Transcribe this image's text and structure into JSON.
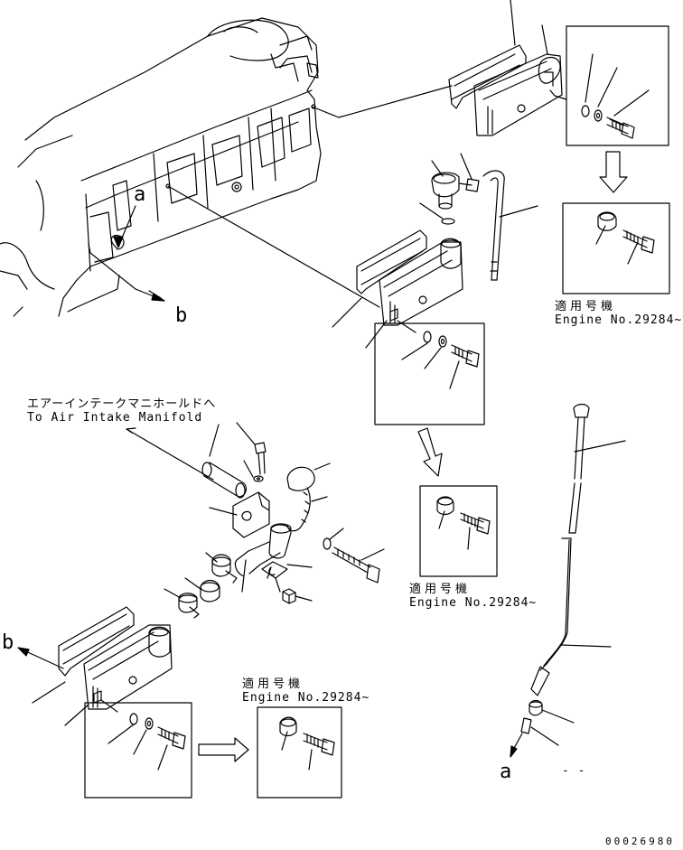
{
  "callouts": {
    "a_top": "a",
    "b_top": "b",
    "b_bottom": "b",
    "a_bottom": "a"
  },
  "applicable": [
    {
      "ja": "適用号機",
      "en": "Engine No.29284~"
    },
    {
      "ja": "適用号機",
      "en": "Engine No.29284~"
    },
    {
      "ja": "適用号機",
      "en": "Engine No.29284~"
    }
  ],
  "destination": {
    "ja": "エアーインテークマニホールドへ",
    "en": "To Air Intake Manifold"
  },
  "drawing_number": "00026980",
  "bottom_mark": "- -"
}
